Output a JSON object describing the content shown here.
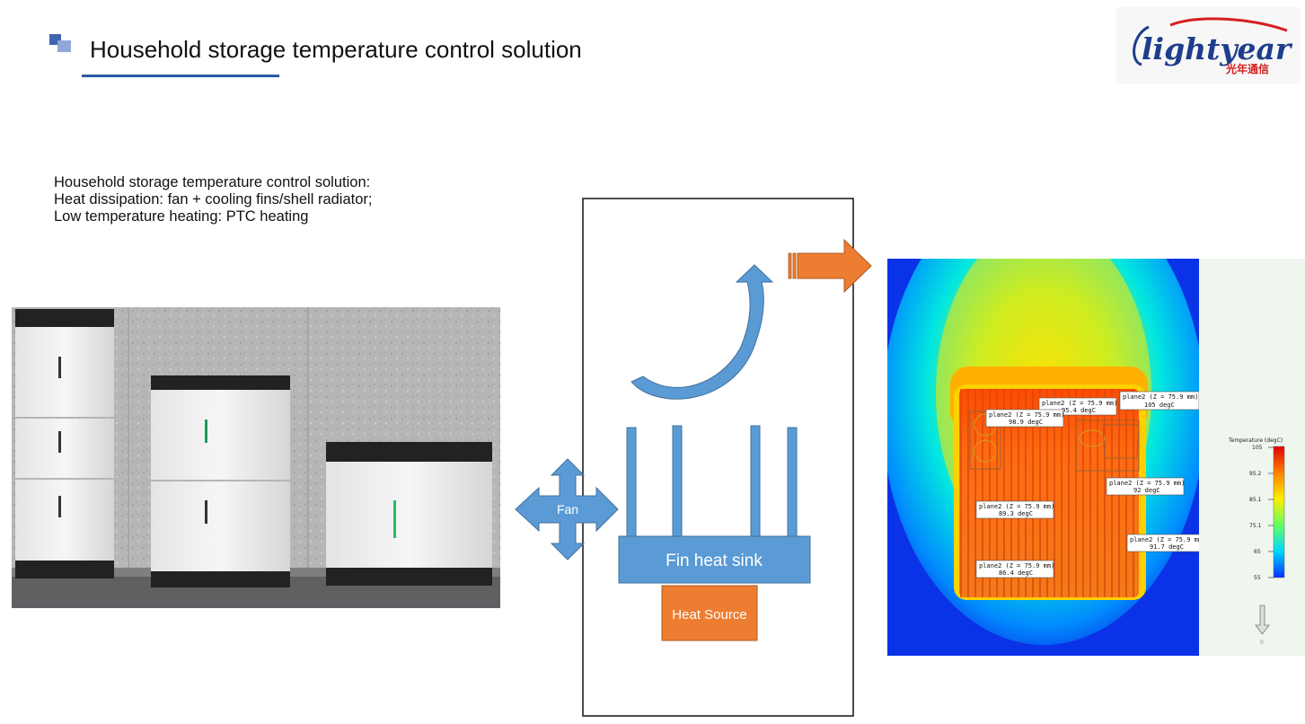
{
  "header": {
    "title": "Household storage temperature control solution"
  },
  "logo": {
    "brand_text": "lightyear",
    "brand_text_cn": "光年通信"
  },
  "description": {
    "lines": [
      "Household storage temperature control solution:",
      "Heat dissipation: fan + cooling fins/shell radiator;",
      "Low temperature heating: PTC heating"
    ]
  },
  "diagram": {
    "fan_label": "Fan",
    "heat_sink_label": "Fin heat sink",
    "heat_source_label": "Heat Source"
  },
  "simulation": {
    "probe_labels": [
      "plane2 (Z = 75.9 mm)\n105 degC",
      "plane2 (Z = 75.9 mm)\n95.4 degC",
      "plane2 (Z = 75.9 mm)\n98.9 degC",
      "plane2 (Z = 75.9 mm)\n92 degC",
      "plane2 (Z = 75.9 mm)\n89.3 degC",
      "plane2 (Z = 75.9 mm)\n91.7 degC",
      "plane2 (Z = 75.9 mm)\n86.4 degC"
    ],
    "legend": {
      "title": "Temperature (degC)",
      "ticks": [
        "105",
        "95.2",
        "85.1",
        "75.1",
        "65",
        "55"
      ],
      "arrow_label": "0"
    }
  },
  "colors": {
    "accent_blue": "#2a5aa8",
    "diagram_blue": "#5b9bd5",
    "diagram_orange": "#ed7d31",
    "thermal_background": "#0a32e6"
  }
}
